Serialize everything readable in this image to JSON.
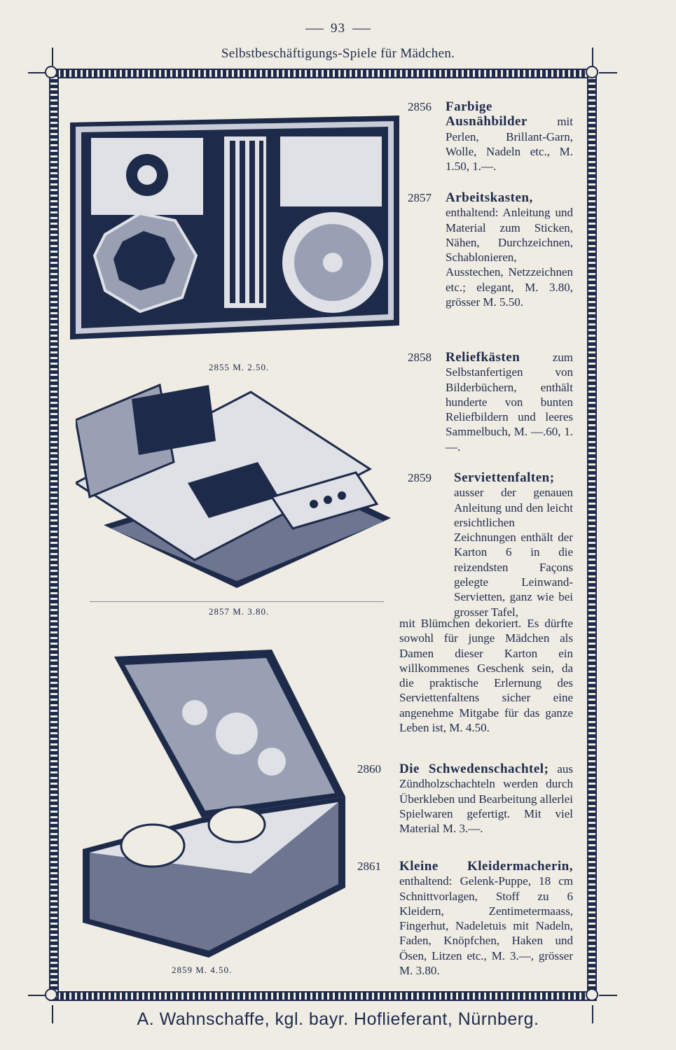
{
  "header": {
    "page_number": "93",
    "running_title": "Selbstbeschäftigungs-Spiele für Mädchen."
  },
  "figures": [
    {
      "caption": "2855 M. 2.50.",
      "icon": "embroidery-box-illustration"
    },
    {
      "caption": "2857 M. 3.80.",
      "icon": "work-box-illustration"
    },
    {
      "caption": "2859 M. 4.50.",
      "icon": "napkin-box-illustration"
    }
  ],
  "entries": [
    {
      "number": "2856",
      "title": "Farbige Ausnähbilder",
      "text": "mit Perlen, Brillant-Garn, Wolle, Nadeln etc., M. 1.50, 1.—."
    },
    {
      "number": "2857",
      "title": "Arbeitskasten,",
      "text": "enthaltend: Anleitung und Material zum Sticken, Nähen, Durchzeichnen, Schablonieren, Ausstechen, Netzzeichnen etc.; elegant, M. 3.80, grösser M. 5.50."
    },
    {
      "number": "2858",
      "title": "Reliefkästen",
      "text": "zum Selbstanfertigen von Bilderbüchern, enthält hunderte von bunten Reliefbildern und leeres Sammelbuch, M. —.60, 1.—."
    },
    {
      "number": "2859",
      "title": "Serviettenfalten;",
      "text": "ausser der genauen Anleitung und den leicht ersichtlichen Zeichnungen enthält der Karton 6 in die reizendsten Façons gelegte Leinwand-Servietten, ganz wie bei grosser Tafel,",
      "text_cont": "mit Blümchen dekoriert. Es dürfte sowohl für junge Mädchen als Damen dieser Karton ein willkommenes Geschenk sein, da die praktische Erlernung des Serviettenfaltens sicher eine angenehme Mitgabe für das ganze Leben ist, M. 4.50."
    },
    {
      "number": "2860",
      "title": "Die Schwedenschachtel;",
      "text": "aus Zündholzschachteln werden durch Überkleben und Bearbeitung allerlei Spielwaren gefertigt. Mit viel Material M. 3.—."
    },
    {
      "number": "2861",
      "title": "Kleine Kleidermacherin,",
      "text": "enthaltend: Gelenk-Puppe, 18 cm Schnittvorlagen, Stoff zu 6 Kleidern, Zentimetermaass, Fingerhut, Nadeletuis mit Nadeln, Faden, Knöpfchen, Haken und Ösen, Litzen etc., M. 3.—, grösser M. 3.80."
    }
  ],
  "footer": {
    "text": "A. Wahnschaffe, kgl. bayr. Hoflieferant, Nürnberg."
  },
  "colors": {
    "ink": "#1e2a4a",
    "paper": "#efece4"
  }
}
